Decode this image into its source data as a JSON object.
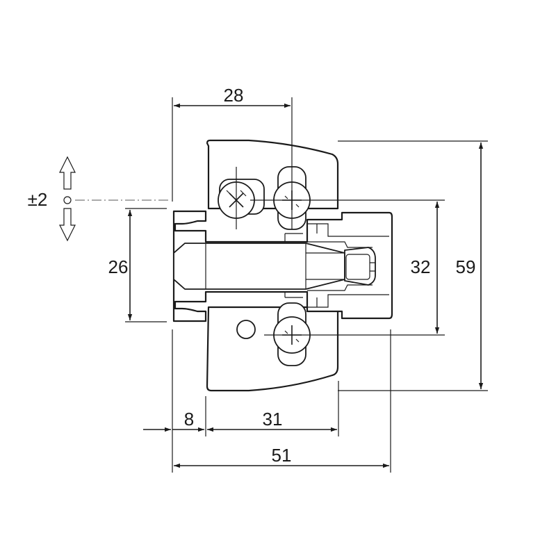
{
  "dimensions": {
    "top_width": "28",
    "height_left": "26",
    "height_holes": "32",
    "height_total": "59",
    "offset_left": "8",
    "offset_mid": "31",
    "width_total": "51",
    "adjust": "±2"
  },
  "colors": {
    "line": "#1a1a1a",
    "background": "#ffffff"
  },
  "icons": {
    "screw": "phillips-screw-icon",
    "adjust": "up-down-arrow-icon"
  }
}
